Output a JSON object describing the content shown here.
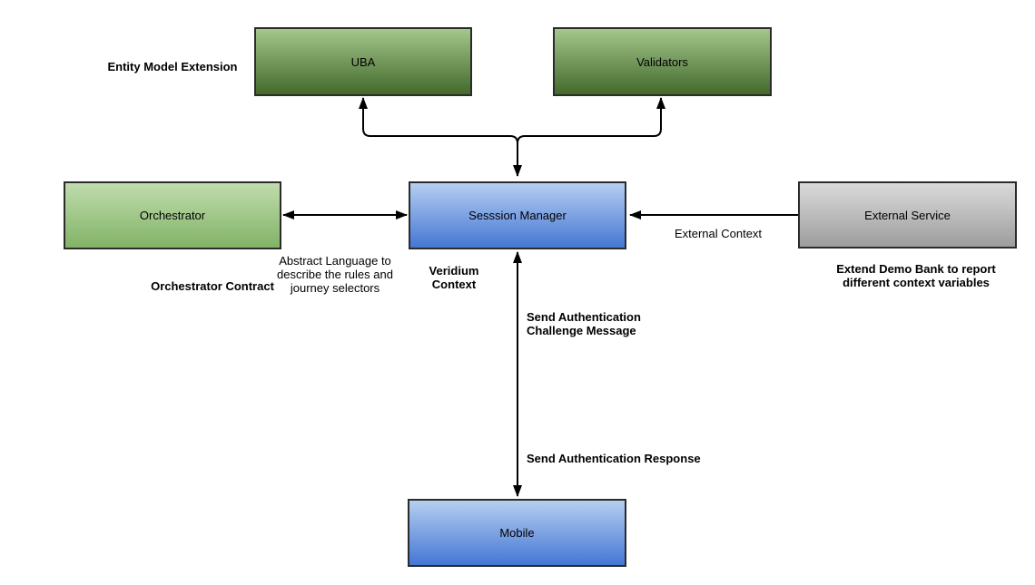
{
  "diagram": {
    "background": "#ffffff",
    "nodes": {
      "uba": {
        "label": "UBA",
        "fill_top": "#a4c78c",
        "fill_bottom": "#43692c"
      },
      "validators": {
        "label": "Validators",
        "fill_top": "#a4c78c",
        "fill_bottom": "#43692c"
      },
      "orchestrator": {
        "label": "Orchestrator",
        "fill_top": "#c0dcae",
        "fill_bottom": "#82b366"
      },
      "session_manager": {
        "label": "Sesssion Manager",
        "fill_top": "#b6cef1",
        "fill_bottom": "#4477d4"
      },
      "external_service": {
        "label": "External Service",
        "fill_top": "#dadada",
        "fill_bottom": "#9d9d9d"
      },
      "mobile": {
        "label": "Mobile",
        "fill_top": "#b6cef1",
        "fill_bottom": "#4477d4"
      }
    },
    "annotations": {
      "entity_model_extension": "Entity Model Extension",
      "orchestrator_contract": "Orchestrator Contract",
      "abstract_language": "Abstract Language to\ndescribe the rules and\njourney selectors",
      "veridium_context": "Veridium\nContext",
      "external_context": "External Context",
      "extend_demo_bank": "Extend Demo Bank to report\ndifferent context variables",
      "send_auth_challenge": "Send Authentication\nChallenge Message",
      "send_auth_response": "Send Authentication Response"
    },
    "arrows": {
      "color": "#000000",
      "session_to_uba_validators": "bidirectional branch: Session Manager top splits to UBA and Validators",
      "orchestrator_session": "double-headed horizontal",
      "external_to_session": "single-headed pointing left into Session Manager",
      "session_mobile": "double-headed vertical"
    },
    "border_color": "#2b2b2b"
  }
}
